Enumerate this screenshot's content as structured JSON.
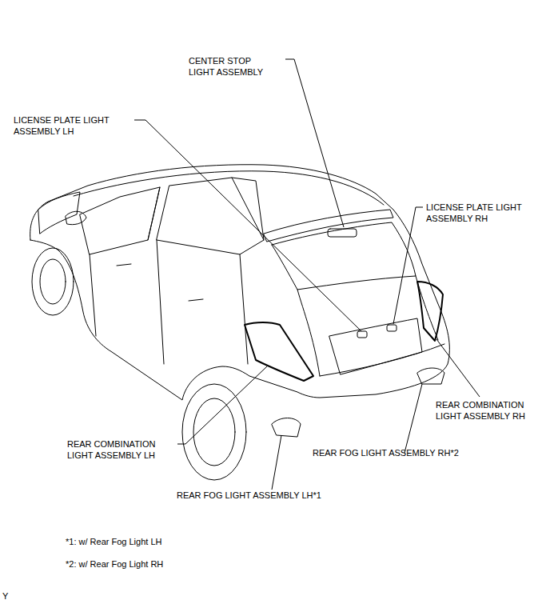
{
  "diagram": {
    "labels": [
      "CENTER STOP LIGHT ASSEMBLY",
      "LICENSE PLATE LIGHT ASSEMBLY LH",
      "LICENSE PLATE LIGHT ASSEMBLY RH",
      "REAR COMBINATION LIGHT ASSEMBLY RH",
      "REAR COMBINATION LIGHT ASSEMBLY LH",
      "REAR FOG LIGHT ASSEMBLY RH*2",
      "REAR FOG LIGHT ASSEMBLY LH*1",
      "*1: w/ Rear Fog Light LH",
      "*2: w/ Rear Fog Light RH",
      "Y"
    ]
  }
}
